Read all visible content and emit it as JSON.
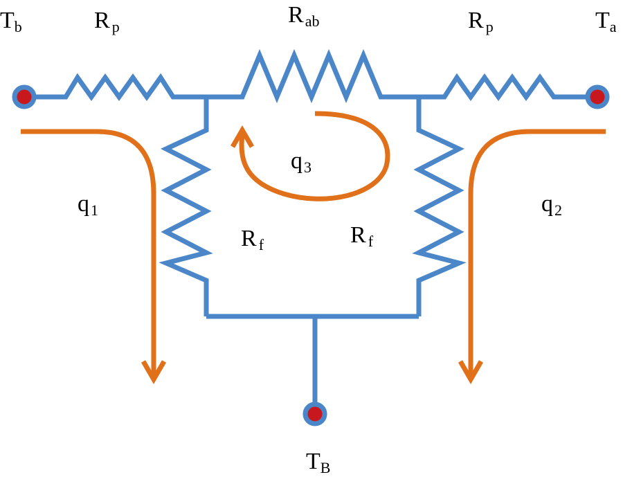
{
  "colors": {
    "wire": "#4a86c8",
    "flow": "#e0701a",
    "node_fill": "#c8181e",
    "node_ring": "#4a86c8",
    "text": "#000000"
  },
  "labels": {
    "Tb": {
      "base": "T",
      "sub": "b"
    },
    "Ta": {
      "base": "T",
      "sub": "a"
    },
    "TB": {
      "base": "T",
      "sub": "B"
    },
    "Rp_left": {
      "base": "R",
      "sub": "p"
    },
    "Rp_right": {
      "base": "R",
      "sub": "p"
    },
    "Rab": {
      "base": "R",
      "sub": "ab"
    },
    "Rf_left": {
      "base": "R",
      "sub": "f"
    },
    "Rf_right": {
      "base": "R",
      "sub": "f"
    },
    "q1": {
      "base": "q",
      "sub": "1"
    },
    "q2": {
      "base": "q",
      "sub": "2"
    },
    "q3": {
      "base": "q",
      "sub": "3"
    }
  }
}
